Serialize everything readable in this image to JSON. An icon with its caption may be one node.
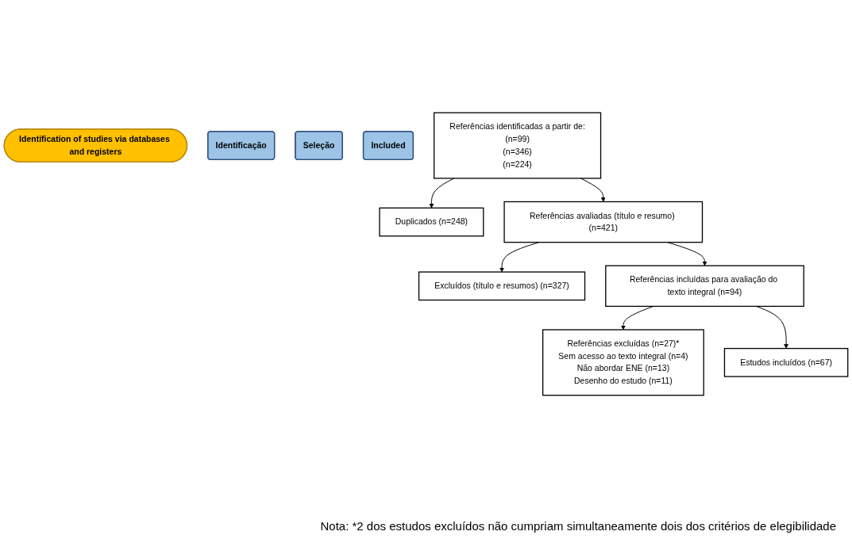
{
  "diagram": {
    "nodes": [
      {
        "text": [
          "Identification of studies via databases and registers"
        ]
      },
      {
        "text": [
          "Identificação"
        ]
      },
      {
        "text": [
          "Seleção"
        ]
      },
      {
        "text": [
          "Included"
        ]
      },
      {
        "text": [
          "Referências identificadas a partir de:",
          "(n=99)",
          "(n=346)",
          "(n=224)"
        ]
      },
      {
        "text": [
          "Duplicados (n=248)"
        ]
      },
      {
        "text": [
          "Referências avaliadas (título e resumo) (n=421)"
        ]
      },
      {
        "text": [
          "Excluídos (título e resumos) (n=327)"
        ]
      },
      {
        "text": [
          "Referências incluídas para avaliação do texto integral (n=94)"
        ]
      },
      {
        "text": [
          "Referências excluídas (n=27)*",
          "Sem acesso ao texto integral (n=4)",
          "Não abordar ENE (n=13)",
          "Desenho do estudo (n=11)"
        ]
      },
      {
        "text": [
          "Estudos incluídos (n=67)"
        ]
      }
    ],
    "edges": [
      {
        "from": 4,
        "to": 5,
        "arrow": "to"
      },
      {
        "from": 4,
        "to": 6,
        "arrow": "to"
      },
      {
        "from": 6,
        "to": 7,
        "arrow": "to"
      },
      {
        "from": 6,
        "to": 8,
        "arrow": "to"
      },
      {
        "from": 8,
        "to": 9,
        "arrow": "to"
      },
      {
        "from": 8,
        "to": 10,
        "arrow": "to"
      }
    ],
    "caption": "Nota: *2 dos estudos excluídos não cumpriam simultaneamente dois dos critérios de elegibilidade"
  }
}
